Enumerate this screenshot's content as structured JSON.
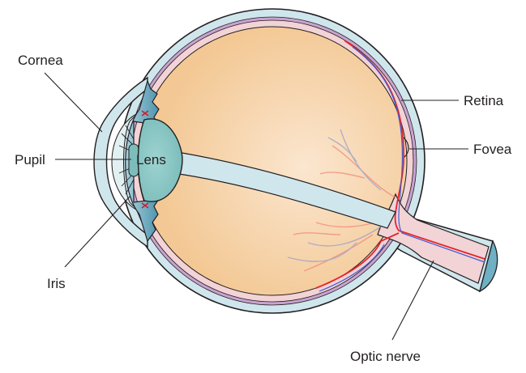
{
  "labels": {
    "cornea": "Cornea",
    "pupil": "Pupil",
    "iris": "Iris",
    "lens": "Lens",
    "retina": "Retina",
    "fovea": "Fovea",
    "optic_nerve": "Optic nerve"
  },
  "colors": {
    "sclera": "#cfe6ec",
    "choroid": "#c9a3cf",
    "retina": "#f2d3d6",
    "vitreous": "#f3c894",
    "vitreous_center": "#fbe6cf",
    "iris": "#5a9fb8",
    "lens": "#8fcac8",
    "artery": "#e8242a",
    "vein": "#3d5bd8"
  }
}
